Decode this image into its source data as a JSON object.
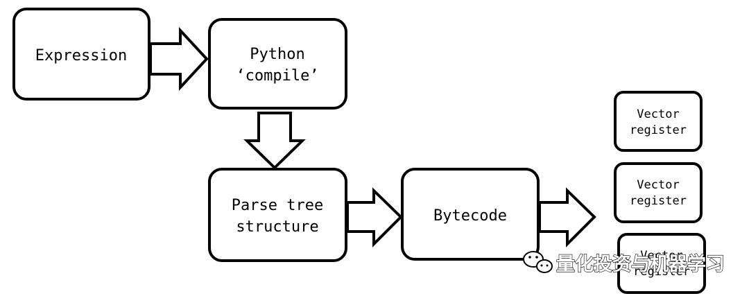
{
  "nodes": {
    "expression": {
      "lines": [
        "Expression"
      ]
    },
    "python_compile": {
      "lines": [
        "Python",
        "‘compile’"
      ]
    },
    "parse_tree": {
      "lines": [
        "Parse tree",
        "structure"
      ]
    },
    "bytecode": {
      "lines": [
        "Bytecode"
      ]
    },
    "vector_register_1": {
      "lines": [
        "Vector",
        "register"
      ]
    },
    "vector_register_2": {
      "lines": [
        "Vector",
        "register"
      ]
    },
    "vector_register_3": {
      "lines": [
        "Vector",
        "register"
      ]
    }
  },
  "watermark": {
    "text": "量化投资与机器学习",
    "icon": "wechat-icon"
  }
}
